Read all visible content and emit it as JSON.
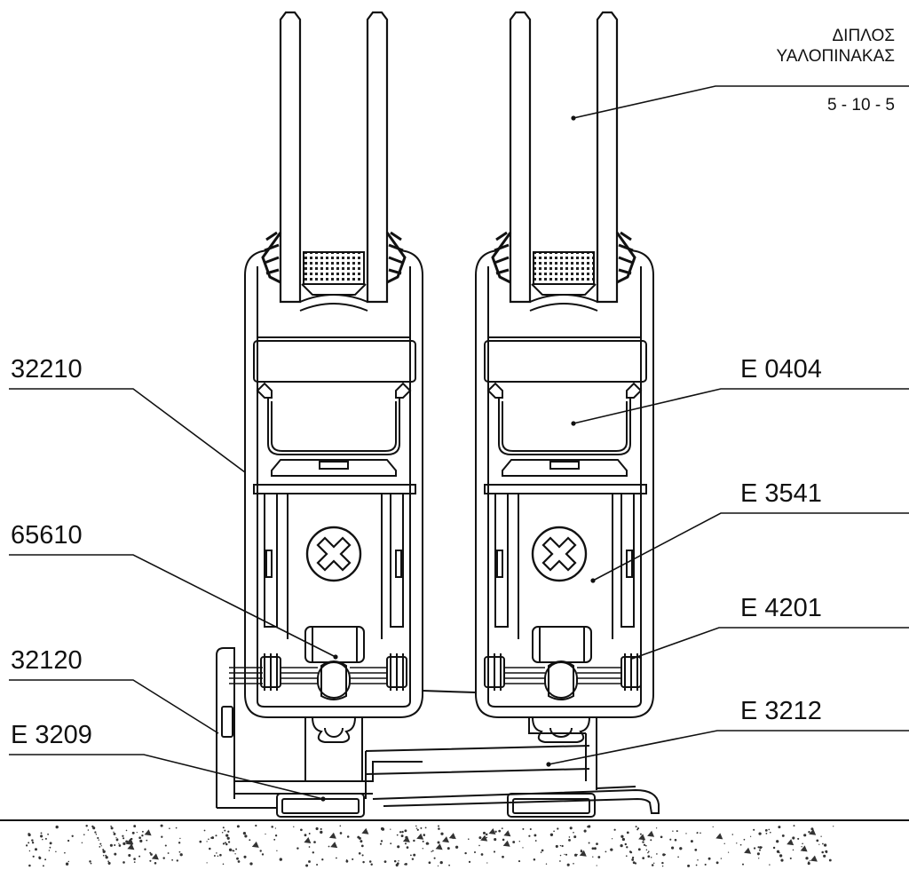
{
  "labels": {
    "glass_title_line1": "ΔΙΠΛΟΣ",
    "glass_title_line2": "ΥΑΛΟΠΙΝΑΚΑΣ",
    "glass_spec": "5 - 10 - 5",
    "sash_profile": "32210",
    "glazing_bead": "E 0404",
    "sash_insert": "E 3541",
    "roller": "65610",
    "brush_seal": "E 4201",
    "frame_profile": "32120",
    "frame_insert": "E 3212",
    "bottom_gasket": "E 3209"
  },
  "colors": {
    "line": "#111111",
    "paper": "#ffffff",
    "hatch": "#333333"
  }
}
